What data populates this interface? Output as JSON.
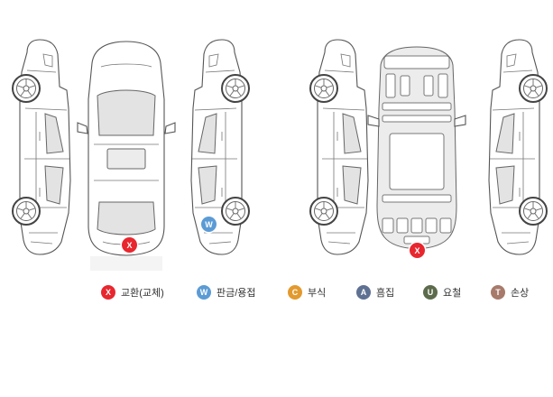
{
  "legend": [
    {
      "code": "X",
      "label": "교환(교체)",
      "color": "#e8262e"
    },
    {
      "code": "W",
      "label": "판금/용접",
      "color": "#5b9bd5"
    },
    {
      "code": "C",
      "label": "부식",
      "color": "#e29a2e"
    },
    {
      "code": "A",
      "label": "흠집",
      "color": "#5f7192"
    },
    {
      "code": "U",
      "label": "요철",
      "color": "#5c6b4c"
    },
    {
      "code": "T",
      "label": "손상",
      "color": "#a77a6b"
    }
  ],
  "markers": [
    {
      "code": "X",
      "color": "#e8262e",
      "part": "front-bumper"
    },
    {
      "code": "W",
      "color": "#5b9bd5",
      "part": "right-front-fender"
    },
    {
      "code": "X",
      "color": "#e8262e",
      "part": "front-panel"
    }
  ]
}
